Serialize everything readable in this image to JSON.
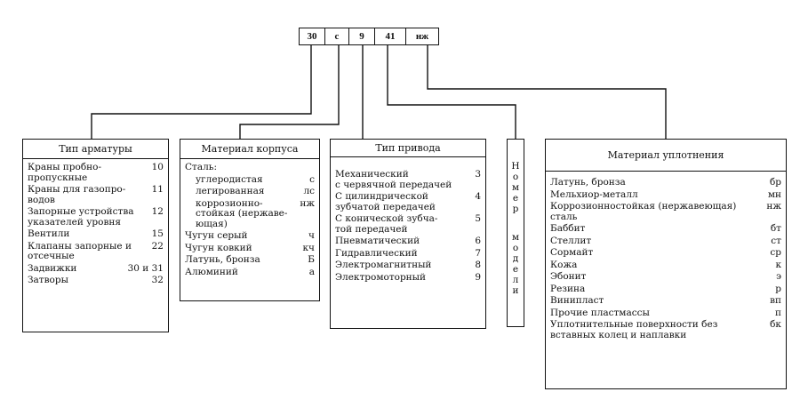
{
  "code": [
    "30",
    "с",
    "9",
    "41",
    "нж"
  ],
  "boxes": {
    "fitting_type": {
      "title": "Тип арматуры",
      "rows": [
        {
          "label": "Краны пробно-\nпропускные",
          "code": "10"
        },
        {
          "label": "Краны для газопро-\nводов",
          "code": "11"
        },
        {
          "label": "Запорные устройства\nуказателей уровня",
          "code": "12"
        },
        {
          "label": "Вентили",
          "code": "15"
        },
        {
          "label": "Клапаны запорные и\nотсечные",
          "code": "22"
        },
        {
          "label": "Задвижки",
          "code": "30 и 31"
        },
        {
          "label": "Затворы",
          "code": "32"
        }
      ]
    },
    "body_material": {
      "title": "Материал корпуса",
      "heading": "Сталь:",
      "rows": [
        {
          "label": "углеродистая",
          "code": "с",
          "indent": true
        },
        {
          "label": "легированная",
          "code": "лс",
          "indent": true
        },
        {
          "label": "коррозионно-\nстойкая (нержаве-\nющая)",
          "code": "нж",
          "indent": true
        },
        {
          "label": "Чугун серый",
          "code": "ч"
        },
        {
          "label": "Чугун ковкий",
          "code": "кч"
        },
        {
          "label": "Латунь, бронза",
          "code": "Б"
        },
        {
          "label": "Алюминий",
          "code": "а"
        }
      ]
    },
    "drive_type": {
      "title": "Тип привода",
      "rows": [
        {
          "label": "Механический\nс червячной передачей",
          "code": "3"
        },
        {
          "label": "С цилиндрической\nзубчатой передачей",
          "code": "4"
        },
        {
          "label": "С конической зубча-\nтой передачей",
          "code": "5"
        },
        {
          "label": "Пневматический",
          "code": "6"
        },
        {
          "label": "Гидравлический",
          "code": "7"
        },
        {
          "label": "Электромагнитный",
          "code": "8"
        },
        {
          "label": "Электромоторный",
          "code": "9"
        }
      ]
    },
    "model_number": {
      "letters": [
        "Н",
        "о",
        "м",
        "е",
        "р",
        " ",
        "м",
        "о",
        "д",
        "е",
        "л",
        "и"
      ]
    },
    "seal_material": {
      "title": "Материал уплотнения",
      "rows": [
        {
          "label": "Латунь, бронза",
          "code": "бр"
        },
        {
          "label": "Мельхиор-металл",
          "code": "мн"
        },
        {
          "label": "Коррозионностойкая (нержавеющая)\nсталь",
          "code": "нж"
        },
        {
          "label": "Баббит",
          "code": "бт"
        },
        {
          "label": "Стеллит",
          "code": "ст"
        },
        {
          "label": "Сормайт",
          "code": "ср"
        },
        {
          "label": "Кожа",
          "code": "к"
        },
        {
          "label": "Эбонит",
          "code": "э"
        },
        {
          "label": "Резина",
          "code": "р"
        },
        {
          "label": "Винипласт",
          "code": "вп"
        },
        {
          "label": "Прочие пластмассы",
          "code": "п"
        },
        {
          "label": "Уплотнительные поверхности без\nвставных колец и наплавки",
          "code": "бк"
        }
      ]
    }
  }
}
